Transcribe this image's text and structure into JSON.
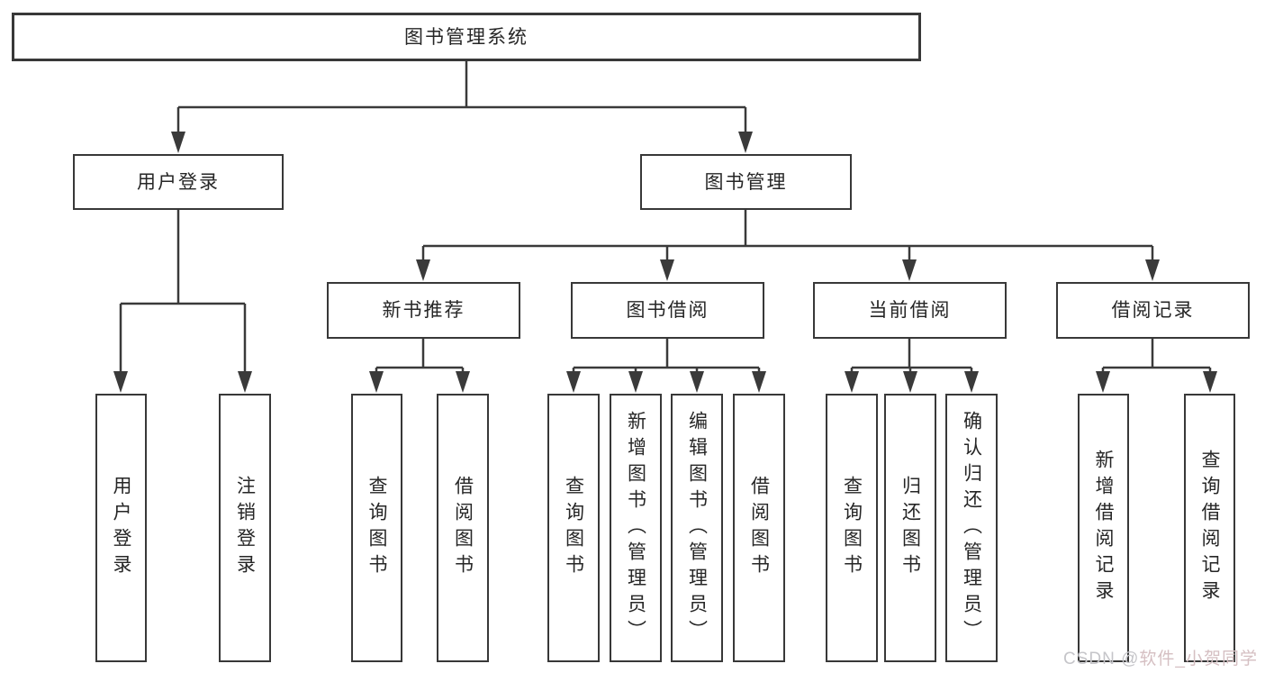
{
  "diagram": {
    "title": "图书管理系统",
    "level2": {
      "user_login": "用户登录",
      "book_management": "图书管理"
    },
    "level3": {
      "new_book_recommend": "新书推荐",
      "book_borrow": "图书借阅",
      "current_borrow": "当前借阅",
      "borrow_records": "借阅记录"
    },
    "user_login_children": [
      "用户登录",
      "注销登录"
    ],
    "new_book_children": [
      "查询图书",
      "借阅图书"
    ],
    "book_borrow_children": [
      "查询图书",
      "新增图书（管理员）",
      "编辑图书（管理员）",
      "借阅图书"
    ],
    "current_borrow_children": [
      "查询图书",
      "归还图书",
      "确认归还（管理员）"
    ],
    "borrow_record_children": [
      "新增借阅记录",
      "查询借阅记录"
    ]
  },
  "watermark": {
    "prefix": "CSDN @",
    "name": "软件_小贺同学"
  },
  "colors": {
    "line": "#3a3a3a",
    "box_border": "#383838",
    "text": "#262626",
    "watermark_gray": "#c5c5c9",
    "watermark_pink": "#d5bfc2",
    "background": "#ffffff"
  }
}
